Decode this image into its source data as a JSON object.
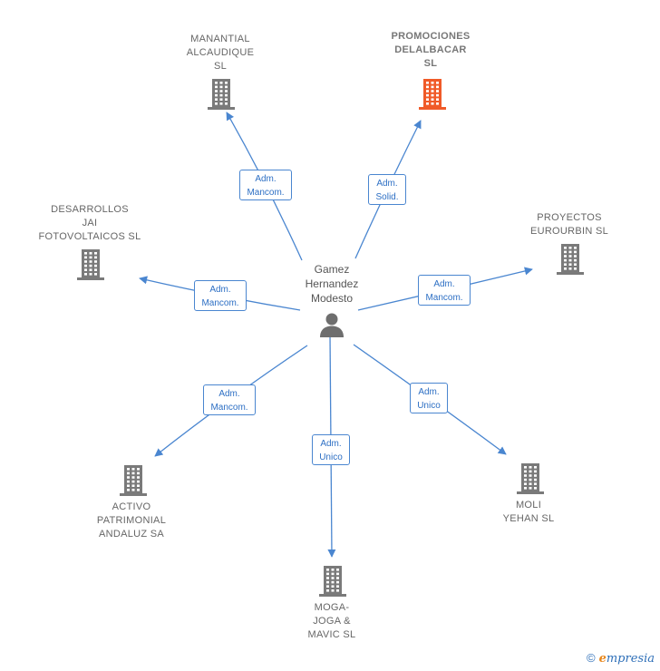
{
  "center": {
    "name_lines": [
      "Gamez",
      "Hernandez",
      "Modesto"
    ],
    "icon": "person-icon"
  },
  "companies": [
    {
      "id": "manantial",
      "lines": [
        "MANANTIAL",
        "ALCAUDIQUE",
        "SL"
      ],
      "highlight": false
    },
    {
      "id": "promociones",
      "lines": [
        "PROMOCIONES",
        "DELALBACAR",
        "SL"
      ],
      "highlight": true
    },
    {
      "id": "desarrollos",
      "lines": [
        "DESARROLLOS",
        "JAI",
        "FOTOVOLTAICOS SL"
      ],
      "highlight": false
    },
    {
      "id": "proyectos",
      "lines": [
        "PROYECTOS",
        "EUROURBIN SL"
      ],
      "highlight": false
    },
    {
      "id": "activo",
      "lines": [
        "ACTIVO",
        "PATRIMONIAL",
        "ANDALUZ SA"
      ],
      "highlight": false
    },
    {
      "id": "moga",
      "lines": [
        "MOGA-",
        "JOGA &",
        "MAVIC SL"
      ],
      "highlight": false
    },
    {
      "id": "moli",
      "lines": [
        "MOLI",
        "YEHAN SL"
      ],
      "highlight": false
    }
  ],
  "relations": [
    {
      "to": "manantial",
      "lines": [
        "Adm.",
        "Mancom."
      ]
    },
    {
      "to": "promociones",
      "lines": [
        "Adm.",
        "Solid."
      ]
    },
    {
      "to": "desarrollos",
      "lines": [
        "Adm.",
        "Mancom."
      ]
    },
    {
      "to": "proyectos",
      "lines": [
        "Adm.",
        "Mancom."
      ]
    },
    {
      "to": "activo",
      "lines": [
        "Adm.",
        "Mancom."
      ]
    },
    {
      "to": "moga",
      "lines": [
        "Adm.",
        "Unico"
      ]
    },
    {
      "to": "moli",
      "lines": [
        "Adm.",
        "Unico"
      ]
    }
  ],
  "colors": {
    "edge": "#4a86d0",
    "building": "#7a7a7a",
    "building_highlight": "#f05a28",
    "person": "#6e6e6e"
  },
  "footer": {
    "copyright": "©",
    "brand_initial": "e",
    "brand_rest": "mpresia"
  }
}
